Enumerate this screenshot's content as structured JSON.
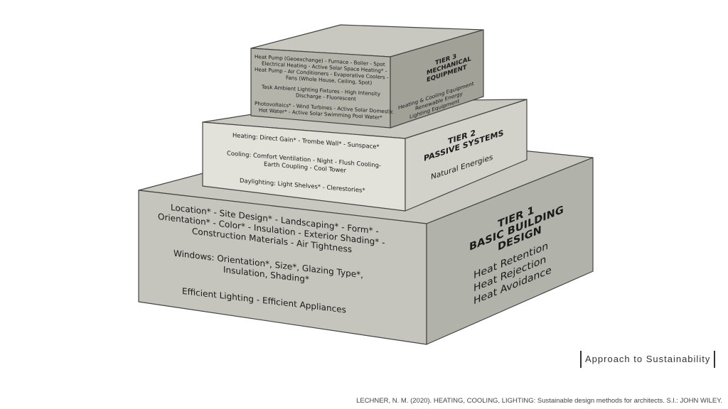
{
  "colors": {
    "top": "#c8c8c1",
    "front": "#c5c5bd",
    "side": "#b1b2a9",
    "tier2_front": "#e2e2da",
    "tier2_side": "#d2d2ca",
    "tier3_front": "#b4b4ab",
    "tier3_side": "#a1a198",
    "edge": "#444444",
    "text": "#1a1a1a"
  },
  "tier3": {
    "front_lines": [
      "Heat Pump (Geoexchange) - Furnace - Boiler - Spot",
      "Electrical Heating - Active Solar Space Heating* -",
      "Heat Pump - Air Conditioners - Evaporative Coolers -",
      "Fans (Whole House, Ceiling, Spot)",
      "Task Ambient Lighting Fixtures - High Intensity",
      "Discharge - Fluorescent",
      "Photovoltaics* - Wind Turbines - Active Solar Domestic",
      "Hot Water* - Active Solar Swimming Pool Water*"
    ],
    "side_lines": [
      "TIER 3",
      "MECHANICAL",
      "EQUIPMENT",
      "Heating & Cooling Equipment",
      "Renewable Energy",
      "Lighting Equipment"
    ]
  },
  "tier2": {
    "front_lines": [
      "Heating: Direct Gain* - Trombe Wall* - Sunspace*",
      "Cooling: Comfort Ventilation - Night - Flush Cooling-",
      "Earth Coupling - Cool Tower",
      "Daylighting: Light Shelves* - Clerestories*"
    ],
    "side_lines": [
      "TIER 2",
      "PASSIVE SYSTEMS",
      "Natural Energies"
    ]
  },
  "tier1": {
    "front_lines": [
      "Location* - Site Design* - Landscaping* - Form* -",
      "Orientation* - Color* - Insulation - Exterior Shading* -",
      "Construction Materials - Air Tightness",
      "Windows: Orientation*, Size*, Glazing Type*,",
      "Insulation, Shading*",
      "Efficient Lighting - Efficient Appliances"
    ],
    "side_lines": [
      "TIER 1",
      "BASIC BUILDING",
      "DESIGN",
      "Heat Retention",
      "Heat Rejection",
      "Heat Avoidance"
    ]
  },
  "caption": "Approach to Sustainability",
  "citation": "LECHNER, N. M. (2020). HEATING, COOLING, LIGHTING: Sustainable design methods for architects. S.l.: JOHN WILEY."
}
